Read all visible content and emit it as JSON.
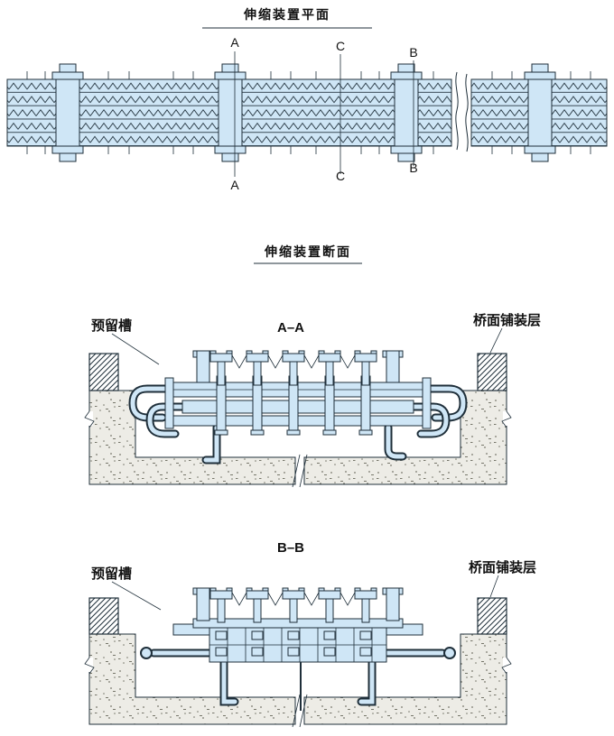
{
  "plan": {
    "title": "伸缩装置平面",
    "marker_a": "A",
    "marker_b": "B",
    "marker_c": "C"
  },
  "cross_sections": {
    "heading": "伸缩装置断面",
    "aa": {
      "title": "A–A",
      "groove_label": "预留槽",
      "pavement_label": "桥面铺装层"
    },
    "bb": {
      "title": "B–B",
      "groove_label": "预留槽",
      "pavement_label": "桥面铺装层"
    }
  },
  "colors": {
    "steel_fill": "#cfe6f6",
    "outline": "#1f2f3a",
    "concrete_fill": "#edece6",
    "hatch_line": "#1f2f3a",
    "background": "#ffffff"
  }
}
